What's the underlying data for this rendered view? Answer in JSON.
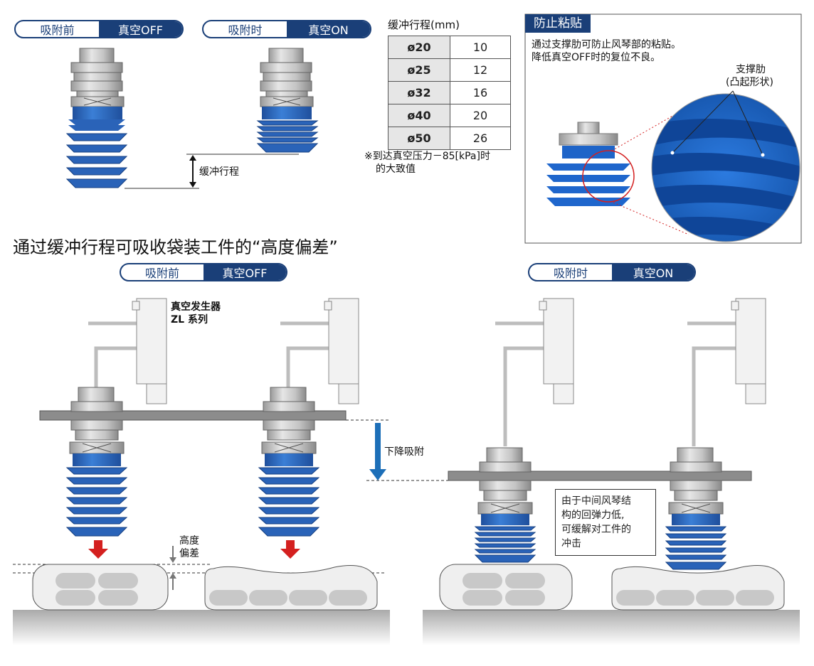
{
  "top_left": {
    "pill_before": {
      "left": "吸附前",
      "right": "真空OFF"
    },
    "pill_during": {
      "left": "吸附时",
      "right": "真空ON"
    },
    "stroke_label": "缓冲行程"
  },
  "stroke_table": {
    "caption": "缓冲行程(mm)",
    "rows": [
      {
        "size": "ø20",
        "value": "10"
      },
      {
        "size": "ø25",
        "value": "12"
      },
      {
        "size": "ø32",
        "value": "16"
      },
      {
        "size": "ø40",
        "value": "20"
      },
      {
        "size": "ø50",
        "value": "26"
      }
    ],
    "footnote_line1": "※到达真空压力－85[kPa]时",
    "footnote_line2": "的大致值"
  },
  "anti_stick": {
    "title": "防止粘贴",
    "desc_line1": "通过支撑肋可防止风琴部的粘贴。",
    "desc_line2": "降低真空OFF时的复位不良。",
    "rib_label_line1": "支撑肋",
    "rib_label_line2": "(凸起形状)"
  },
  "main_heading": "通过缓冲行程可吸收袋装工件的“高度偏差”",
  "bottom_left": {
    "pill": {
      "left": "吸附前",
      "right": "真空OFF"
    },
    "generator_line1": "真空发生器",
    "generator_line2": "ZL 系列",
    "descend_label": "下降吸附",
    "height_line1": "高度",
    "height_line2": "偏差"
  },
  "bottom_right": {
    "pill": {
      "left": "吸附时",
      "right": "真空ON"
    },
    "note_line1": "由于中间风琴结",
    "note_line2": "构的回弹力低,",
    "note_line3": "可缓解对工件的",
    "note_line4": "冲击"
  },
  "colors": {
    "navy": "#1a3f78",
    "bellows_blue": "#2f6fc4",
    "arrow_red": "#d4201f",
    "arrow_blue": "#1d6fb8"
  }
}
